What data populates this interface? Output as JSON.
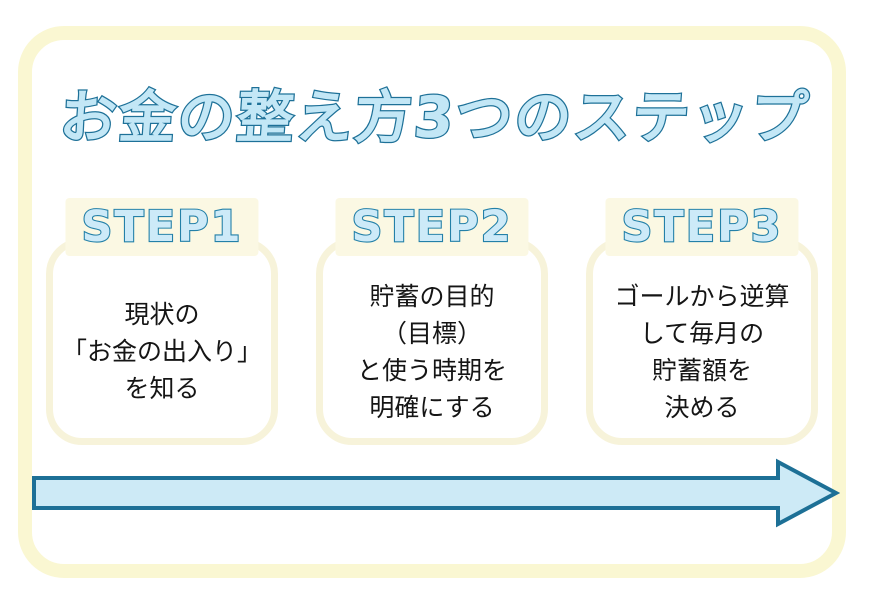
{
  "page": {
    "title": "お金の整え方3つのステップ"
  },
  "steps": [
    {
      "label": "STEP1",
      "lines": [
        "現状の",
        "「お金の出入り」",
        "を知る"
      ]
    },
    {
      "label": "STEP2",
      "lines": [
        "貯蓄の目的",
        "（目標）",
        "と使う時期を",
        "明確にする"
      ]
    },
    {
      "label": "STEP3",
      "lines": [
        "ゴールから逆算",
        "して毎月の",
        "貯蓄額を",
        "決める"
      ]
    }
  ],
  "arrow": {
    "direction": "right"
  },
  "colors": {
    "accent_text_fill": "#c3e7f6",
    "accent_text_stroke": "#1e7198",
    "frame_yellow": "#faf7d2",
    "card_border_yellow": "#f7f3da",
    "label_background": "#fbf8e3",
    "arrow_fill": "#cdeaf6",
    "arrow_stroke": "#1d7096",
    "body_text": "#151515",
    "background": "#ffffff"
  }
}
